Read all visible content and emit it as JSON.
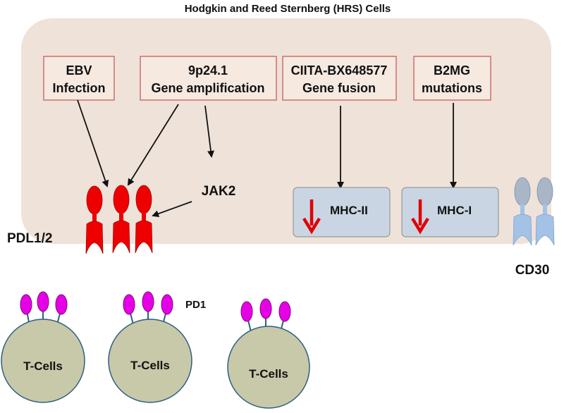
{
  "title": "Hodgkin and Reed Sternberg (HRS) Cells",
  "boxes": {
    "ebv": {
      "line1": "EBV",
      "line2": "Infection"
    },
    "amp": {
      "line1": "9p24.1",
      "line2": "Gene amplification"
    },
    "ciita": {
      "line1": "CIITA-BX648577",
      "line2": "Gene fusion"
    },
    "b2mg": {
      "line1": "B2MG",
      "line2": "mutations"
    }
  },
  "labels": {
    "jak2": "JAK2",
    "pdl": "PDL1/2",
    "mhc2": "MHC-II",
    "mhc1": "MHC-I",
    "cd30": "CD30",
    "pd1": "PD1"
  },
  "tcells": [
    "T-Cells",
    "T-Cells",
    "T-Cells"
  ],
  "colors": {
    "cell_membrane": "#eee2d9",
    "box_border": "#cf5a5a",
    "pdl": "#ee0000",
    "pd1": "#e600e6",
    "tcell": "#c8c9a9",
    "cd30": "#a3c2e6",
    "mhc_box": "#c9d5e3",
    "down_arrow": "#e00000"
  }
}
